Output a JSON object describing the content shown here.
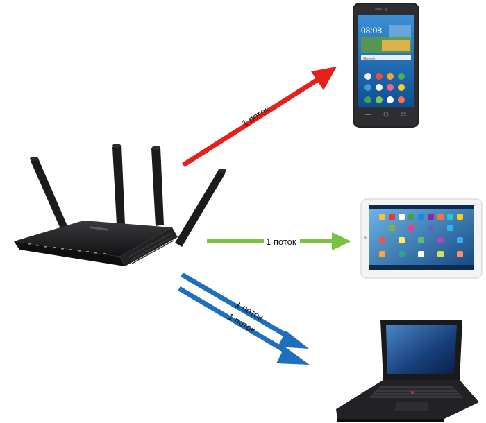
{
  "diagram": {
    "streams": {
      "phone": {
        "label": "1 поток",
        "color": "#e8201c"
      },
      "tablet": {
        "label": "1 поток",
        "color": "#7cc242"
      },
      "laptop_a": {
        "label": "1 поток",
        "color": "#1f6fbf"
      },
      "laptop_b": {
        "label": "1 поток",
        "color": "#1f6fbf"
      }
    },
    "phone": {
      "clock": "08:08",
      "search_hint": "Google"
    }
  }
}
